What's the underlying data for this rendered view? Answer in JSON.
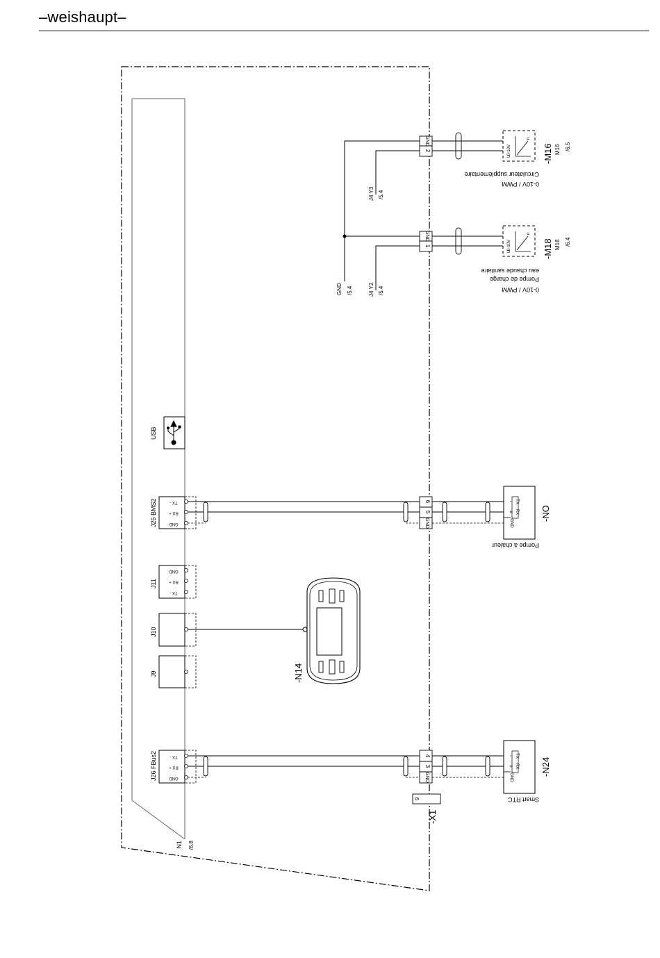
{
  "header": {
    "logo": "–weishaupt–"
  },
  "board": {
    "ref": "N1",
    "page": "/6.8"
  },
  "ports": {
    "j26": "J26 FBus2",
    "j9": "J9",
    "j10": "J10",
    "j11": "J11",
    "j25": "J25 BMS2",
    "usb": "USB",
    "pins": {
      "gnd": "GND",
      "rx": "RX +",
      "tx": "TX -"
    }
  },
  "display": {
    "ref": "-N14"
  },
  "terminal_strip": {
    "ref": "-X1",
    "spare": "6",
    "t1": "1",
    "t2": "2",
    "t3": "3",
    "t4": "4",
    "t5": "5",
    "t6": "6",
    "gnd": "GND"
  },
  "devices": {
    "n24": {
      "ref": "-N24",
      "desc": "Smart RTC",
      "gnd": "GND",
      "plus": "+",
      "minus": "-",
      "rx": "RX",
      "tx": "TX"
    },
    "no": {
      "ref": "-NO",
      "desc": "Pompe à chaleur",
      "gnd": "GND",
      "plus": "+",
      "minus": "-",
      "rx": "RX",
      "tx": "TX"
    },
    "m18": {
      "ref": "-M18",
      "sub": "M18",
      "page": "/6.4",
      "line1": "Pompe de charge",
      "line2": "eau chaude sanitaire",
      "line3": "0-10V / PWM",
      "scale": "0-10V",
      "u": "U",
      "n": "n"
    },
    "m16": {
      "ref": "-M16",
      "sub": "M16",
      "page": "/6.5",
      "line1": "Circulateur supplémentaire",
      "line2": "0-10V / PWM",
      "scale": "0-10V",
      "u": "U",
      "n": "n"
    }
  },
  "signals": {
    "gnd_label": "GND",
    "gnd_page": "/5.4",
    "y2_label": "J4 Y2",
    "y2_page": "/5.4",
    "y3_label": "J4 Y3",
    "y3_page": "/5.4"
  }
}
